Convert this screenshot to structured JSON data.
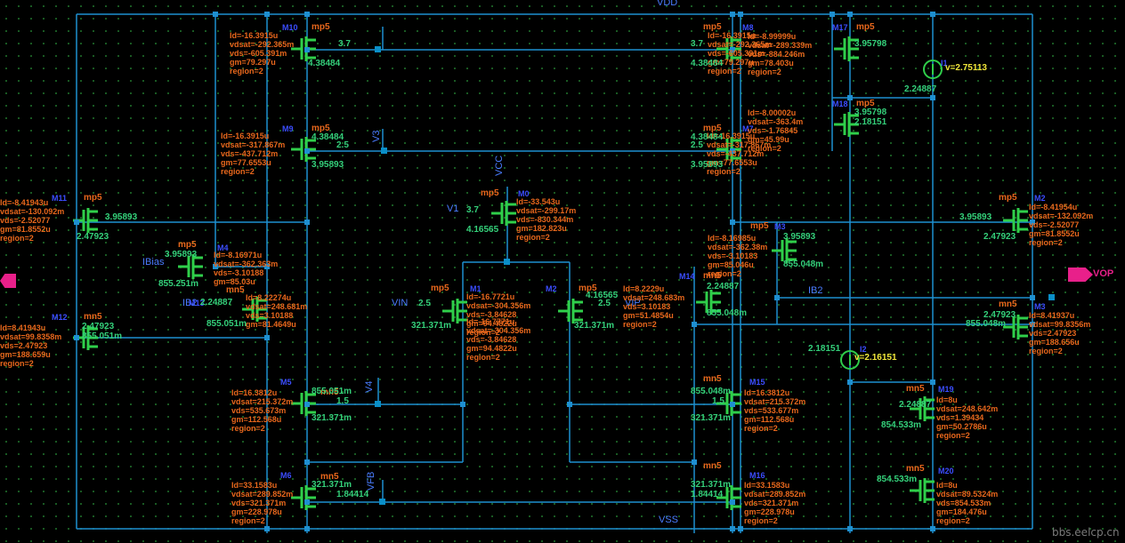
{
  "pins": {
    "vop": "VOP",
    "vin": "VIN",
    "vip": "VIP",
    "v1": "V1",
    "v3": "V3",
    "v4": "V4",
    "vfb": "VFB",
    "vss": "VSS",
    "vdd": "VDD",
    "vcc": "VCC",
    "ib2_l": "IB2",
    "ib2_r": "IB2",
    "ibias": "IBias"
  },
  "watermark": "bbs.eelcp.cn",
  "colors": {
    "wire": "#1e8fd0",
    "device": "#2fcf4a",
    "annotation": "#e8671c",
    "instance": "#3b4dff",
    "value": "#34d07a",
    "source": "#f2e63a",
    "pin": "#e8208a"
  },
  "devices": [
    {
      "id": "m10",
      "name": "M10",
      "model": "mp5",
      "ann": [
        "Id=-16.3915u",
        "vdsat=-292.365m",
        "vds=-605.391m",
        "gm=79.297u",
        "region=2"
      ],
      "v": [
        "3.7",
        "4.38484"
      ]
    },
    {
      "id": "m9",
      "name": "M9",
      "model": "mp5",
      "ann": [
        "Id=-16.3915u",
        "vdsat=-317.867m",
        "vds=-437.712m",
        "gm=77.6553u",
        "region=2"
      ],
      "v": [
        "4.38484",
        "2.5",
        "3.95893"
      ]
    },
    {
      "id": "m11",
      "name": "M11",
      "model": "mp5",
      "ann": [
        "Id=-8.41943u",
        "vdsat=-130.092m",
        "vds=-2.52077",
        "gm=81.8552u",
        "region=2"
      ],
      "v": [
        "3.95893",
        "2.47923"
      ]
    },
    {
      "id": "m4",
      "name": "M4",
      "model": "mp5",
      "ann": [
        "Id=-8.16971u",
        "vdsat=-362.363m",
        "vds=-3.10188",
        "gm=85.03u"
      ],
      "v": [
        "3.95893",
        "855.251m"
      ]
    },
    {
      "id": "m13",
      "name": "M13",
      "model": "mn5",
      "ann": [
        "Id=8.22274u",
        "vdsat=248.681m",
        "vds=3.10188",
        "gm=81.4649u"
      ],
      "v": [
        "2.24887",
        "855.051m"
      ]
    },
    {
      "id": "m12",
      "name": "M12",
      "model": "mn5",
      "ann": [
        "Id=8.41943u",
        "vdsat=99.8358m",
        "vds=2.47923",
        "gm=188.659u",
        "region=2"
      ],
      "v": [
        "2.47923",
        "855.051m"
      ]
    },
    {
      "id": "m5",
      "name": "M5",
      "model": "mn5",
      "ann": [
        "Id=16.3812u",
        "vdsat=215.372m",
        "vds=535.673m",
        "gm=112.568u",
        "region=2"
      ],
      "v": [
        "855.051m",
        "1.5",
        "321.371m"
      ]
    },
    {
      "id": "m6",
      "name": "M6",
      "model": "mn5",
      "ann": [
        "Id=33.1583u",
        "vdsat=289.852m",
        "vds=321.371m",
        "gm=228.978u",
        "region=2"
      ],
      "v": [
        "321.371m",
        "1.84414"
      ]
    },
    {
      "id": "m0",
      "name": "M0",
      "model": "mp5",
      "ann": [
        "Id=-33.543u",
        "vdsat=-299.17m",
        "vds=-830.344m",
        "gm=182.823u",
        "region=2"
      ],
      "v": [
        "3.7",
        "4.16565"
      ]
    },
    {
      "id": "m1",
      "name": "M1",
      "model": "mp5",
      "ann": [
        "Id=-16.7721u",
        "vdsat=-304.356m",
        "vds=-3.84628",
        "gm=94.4822u",
        "region=2"
      ],
      "v": [
        "2.5",
        "321.371m"
      ]
    },
    {
      "id": "m2",
      "name": "M2",
      "model": "mp5",
      "ann": [
        "Id=-16.7771u",
        "vdsat=-304.356m",
        "vds=-3.84628",
        "gm=94.4822u",
        "region=2"
      ],
      "v": [
        "2.5",
        "321.371m",
        "4.16565"
      ]
    },
    {
      "id": "m8",
      "name": "M8",
      "model": "mp5",
      "ann": [
        "Id=-16.3915u",
        "vdsat=-292.365m",
        "vds=-605.391m",
        "gm=79.297u",
        "region=2"
      ],
      "v": [
        "3.7",
        "4.38484"
      ]
    },
    {
      "id": "m7",
      "name": "M7",
      "model": "mp5",
      "ann": [
        "Id=-16.3915u",
        "vdsat=-317.867m",
        "vds=-437.712m",
        "gm=77.6553u",
        "region=2"
      ],
      "v": [
        "4.38484",
        "2.5",
        "3.95893"
      ]
    },
    {
      "id": "m17",
      "name": "M17",
      "model": "mp5",
      "ann": [
        "Id=-8.99999u",
        "vdsat=-289.339m",
        "vds=-884.246m",
        "gm=78.403u",
        "region=2"
      ],
      "v": [
        "3.95798"
      ]
    },
    {
      "id": "m18",
      "name": "M18",
      "model": "mp5",
      "ann": [
        "Id=-8.00002u",
        "vdsat=-363.4m",
        "vds=-1.76845",
        "gm=45.99u",
        "region=2"
      ],
      "v": [
        "3.95798",
        "2.18151"
      ]
    },
    {
      "id": "m3",
      "name": "M3",
      "model": "mp5",
      "ann": [
        "Id=-8.16985u",
        "vdsat=-362.38m",
        "vds=-3.10183",
        "gm=85.046u",
        "region=2"
      ],
      "v": [
        "3.95893",
        "855.048m"
      ]
    },
    {
      "id": "m14",
      "name": "M14",
      "model": "mn5",
      "ann": [
        "Id=8.2229u",
        "vdsat=248.683m",
        "vds=3.10183",
        "gm=51.4854u",
        "region=2"
      ],
      "v": [
        "2.24887",
        "855.048m"
      ]
    },
    {
      "id": "m2b",
      "name": "M2",
      "model": "mp5",
      "ann": [
        "Id=-8.41954u",
        "vdsat=-132.092m",
        "vds=-2.52077",
        "gm=81.8552u",
        "region=2"
      ],
      "v": [
        "3.95893",
        "2.47923"
      ]
    },
    {
      "id": "m3b",
      "name": "M3",
      "model": "mn5",
      "ann": [
        "Id=8.41937u",
        "vdsat=99.8356m",
        "vds=2.47923",
        "gm=188.656u",
        "region=2"
      ],
      "v": [
        "2.47923",
        "855.048m"
      ]
    },
    {
      "id": "m15",
      "name": "M15",
      "model": "mn5",
      "ann": [
        "Id=16.3812u",
        "vdsat=215.372m",
        "vds=533.677m",
        "gm=112.568u",
        "region=2"
      ],
      "v": [
        "855.048m",
        "1.5",
        "321.371m"
      ]
    },
    {
      "id": "m16",
      "name": "M16",
      "model": "mn5",
      "ann": [
        "Id=33.1583u",
        "vdsat=289.852m",
        "vds=321.371m",
        "gm=228.978u",
        "region=2"
      ],
      "v": [
        "321.371m",
        "1.84414"
      ]
    },
    {
      "id": "m19",
      "name": "M19",
      "model": "mn5",
      "ann": [
        "Id=8u",
        "vdsat=248.642m",
        "vds=1.39434",
        "gm=50.2786u",
        "region=2"
      ],
      "v": [
        "2.24887",
        "854.533m"
      ]
    },
    {
      "id": "m20",
      "name": "M20",
      "model": "mn5",
      "ann": [
        "Id=8u",
        "vdsat=89.5324m",
        "vds=854.533m",
        "gm=184.476u",
        "region=2"
      ],
      "v": [
        "854.533m"
      ]
    }
  ],
  "sources": [
    {
      "id": "i1",
      "name": "I1",
      "value": "v=2.75113",
      "node": "2.24887"
    },
    {
      "id": "i2",
      "name": "I2",
      "value": "v=2.16151",
      "node": "2.18151"
    }
  ]
}
